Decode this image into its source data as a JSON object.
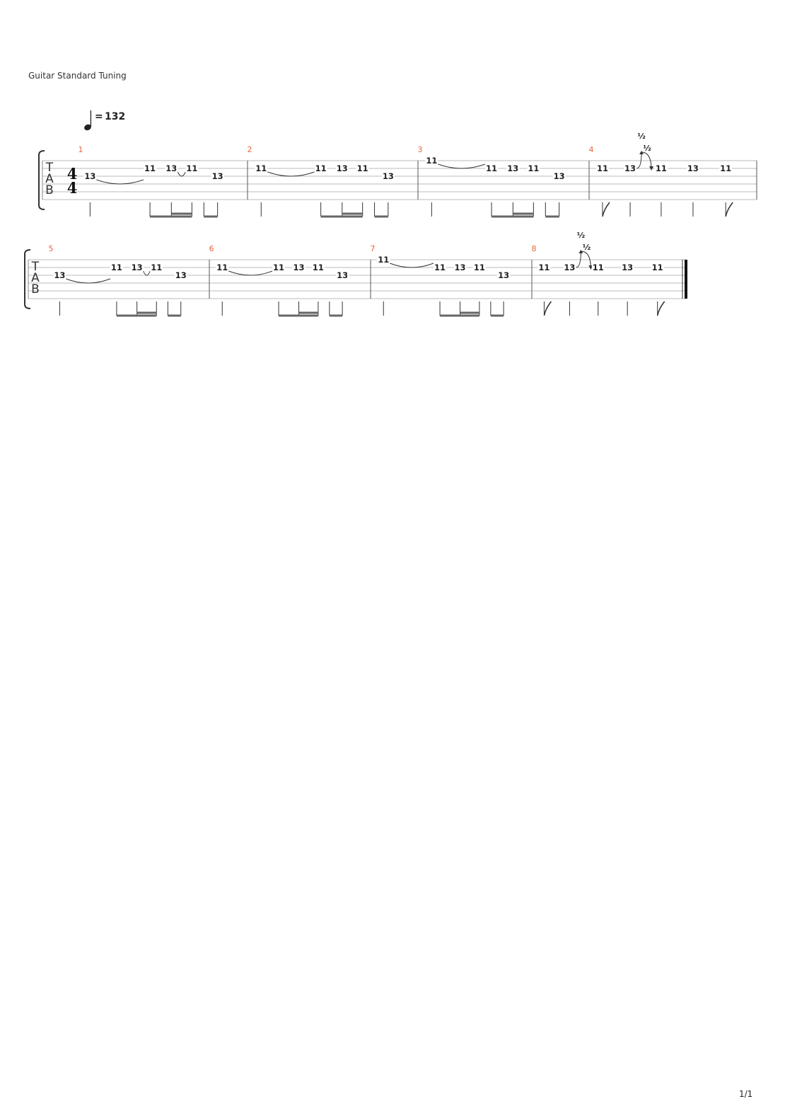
{
  "tuning_label": "Guitar Standard Tuning",
  "tempo": {
    "equals": "=",
    "value": "132"
  },
  "clef": [
    "T",
    "A",
    "B"
  ],
  "time_signature": {
    "numerator": "4",
    "denominator": "4"
  },
  "page_number": "1/1",
  "colors": {
    "bar_number": "#e8663a",
    "staff_line": "#bbbbbb",
    "beam": "#666666",
    "text": "#222222"
  },
  "rhythm_patterns": {
    "A": [
      "quarter",
      "eighth-beam-start",
      "sixteenth",
      "sixteenth",
      "eighth-beam-start",
      "eighth"
    ],
    "B": [
      "eighth-flag",
      "quarter",
      "quarter",
      "quarter",
      "eighth-flag"
    ]
  },
  "systems": [
    {
      "measures": [
        {
          "number": "1",
          "pattern": "A",
          "notes": [
            {
              "fret": "13",
              "string": 2,
              "tie_to_next": true
            },
            {
              "fret": "11",
              "string": 1
            },
            {
              "fret": "13",
              "string": 1,
              "tie_to_next": true
            },
            {
              "fret": "11",
              "string": 1
            },
            {
              "fret": "13",
              "string": 2
            }
          ]
        },
        {
          "number": "2",
          "pattern": "A",
          "notes": [
            {
              "fret": "11",
              "string": 1,
              "tie_to_next": true
            },
            {
              "fret": "11",
              "string": 1
            },
            {
              "fret": "13",
              "string": 1
            },
            {
              "fret": "11",
              "string": 1
            },
            {
              "fret": "13",
              "string": 2
            }
          ]
        },
        {
          "number": "3",
          "pattern": "A",
          "notes": [
            {
              "fret": "11",
              "string": 0,
              "tie_to_next": true
            },
            {
              "fret": "11",
              "string": 1
            },
            {
              "fret": "13",
              "string": 1
            },
            {
              "fret": "11",
              "string": 1
            },
            {
              "fret": "13",
              "string": 2
            }
          ]
        },
        {
          "number": "4",
          "pattern": "B",
          "notes": [
            {
              "fret": "11",
              "string": 1
            },
            {
              "fret": "13",
              "string": 1,
              "bend": "½",
              "release": "½"
            },
            {
              "fret": "11",
              "string": 1
            },
            {
              "fret": "13",
              "string": 1
            },
            {
              "fret": "11",
              "string": 1
            }
          ]
        }
      ]
    },
    {
      "measures": [
        {
          "number": "5",
          "pattern": "A",
          "notes": [
            {
              "fret": "13",
              "string": 2,
              "tie_to_next": true
            },
            {
              "fret": "11",
              "string": 1
            },
            {
              "fret": "13",
              "string": 1,
              "tie_to_next": true
            },
            {
              "fret": "11",
              "string": 1
            },
            {
              "fret": "13",
              "string": 2
            }
          ]
        },
        {
          "number": "6",
          "pattern": "A",
          "notes": [
            {
              "fret": "11",
              "string": 1,
              "tie_to_next": true
            },
            {
              "fret": "11",
              "string": 1
            },
            {
              "fret": "13",
              "string": 1
            },
            {
              "fret": "11",
              "string": 1
            },
            {
              "fret": "13",
              "string": 2
            }
          ]
        },
        {
          "number": "7",
          "pattern": "A",
          "notes": [
            {
              "fret": "11",
              "string": 0,
              "tie_to_next": true
            },
            {
              "fret": "11",
              "string": 1
            },
            {
              "fret": "13",
              "string": 1
            },
            {
              "fret": "11",
              "string": 1
            },
            {
              "fret": "13",
              "string": 2
            }
          ]
        },
        {
          "number": "8",
          "pattern": "B",
          "final": true,
          "notes": [
            {
              "fret": "11",
              "string": 1
            },
            {
              "fret": "13",
              "string": 1,
              "bend": "½",
              "release": "½"
            },
            {
              "fret": "11",
              "string": 1
            },
            {
              "fret": "13",
              "string": 1
            },
            {
              "fret": "11",
              "string": 1
            }
          ]
        }
      ]
    }
  ]
}
